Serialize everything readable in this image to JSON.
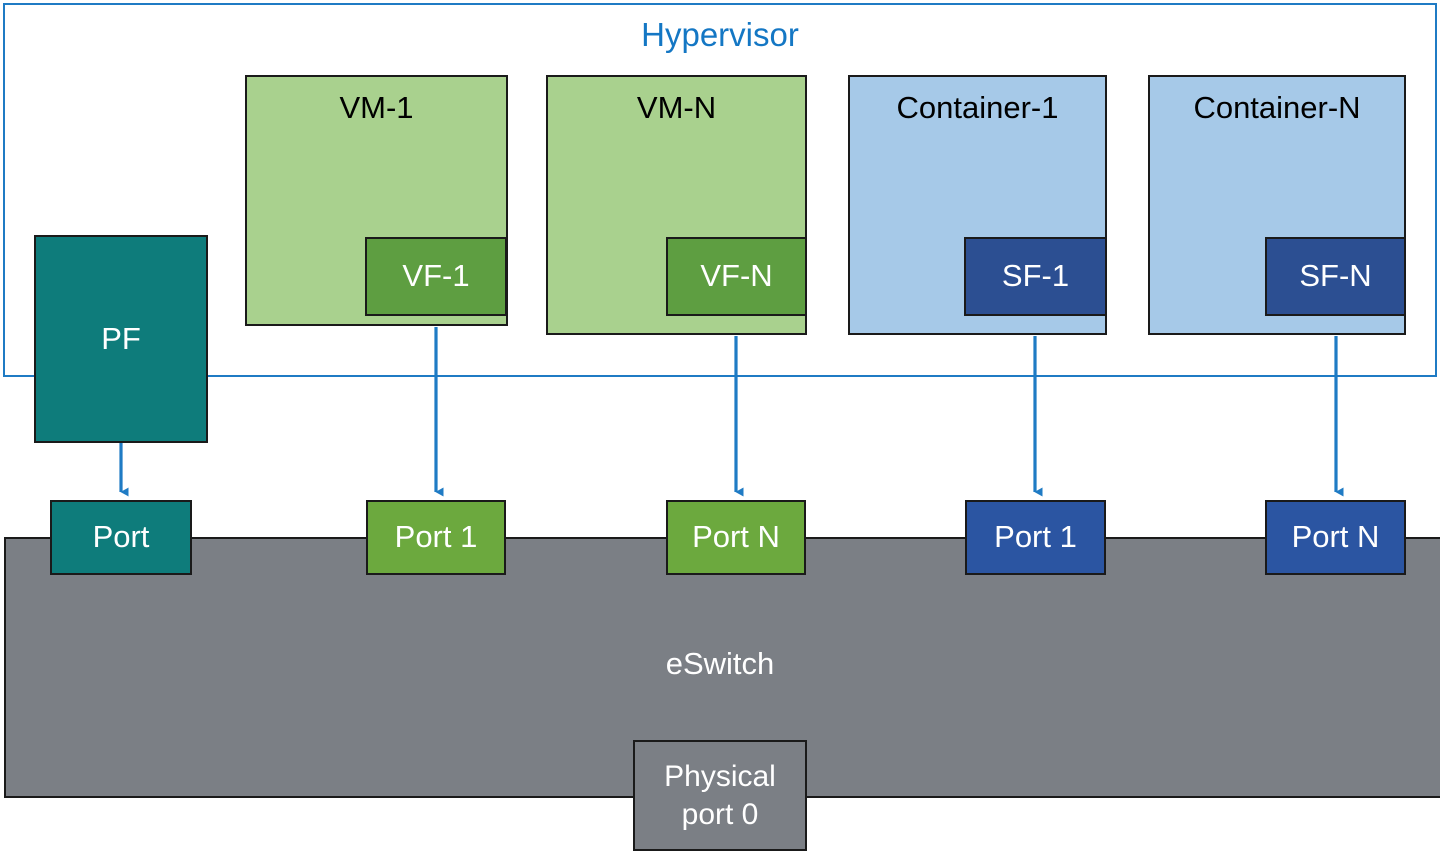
{
  "diagram": {
    "title": "Hypervisor",
    "accent_color": "#1477C4",
    "eswitch": {
      "label": "eSwitch",
      "color": "#7B7F85",
      "physical_port": "Physical\nport 0",
      "physical_port_line1": "Physical",
      "physical_port_line2": "port 0"
    },
    "nodes": {
      "pf": {
        "label": "PF",
        "color": "#0E7C7B"
      },
      "vm1": {
        "label": "VM-1",
        "color": "#A9D18E"
      },
      "vmn": {
        "label": "VM-N",
        "color": "#A9D18E"
      },
      "vf1": {
        "label": "VF-1",
        "color": "#5E9E41"
      },
      "vfn": {
        "label": "VF-N",
        "color": "#5E9E41"
      },
      "container1": {
        "label": "Container-1",
        "color": "#A6C9E8"
      },
      "containern": {
        "label": "Container-N",
        "color": "#A6C9E8"
      },
      "sf1": {
        "label": "SF-1",
        "color": "#2C4F92"
      },
      "sfn": {
        "label": "SF-N",
        "color": "#2C4F92"
      }
    },
    "ports": [
      {
        "label": "Port",
        "color": "#0E7C7B"
      },
      {
        "label": "Port 1",
        "color": "#6CA93E"
      },
      {
        "label": "Port N",
        "color": "#6CA93E"
      },
      {
        "label": "Port 1",
        "color": "#2B55A2"
      },
      {
        "label": "Port N",
        "color": "#2B55A2"
      }
    ],
    "arrow_color": "#1F7BC4"
  }
}
